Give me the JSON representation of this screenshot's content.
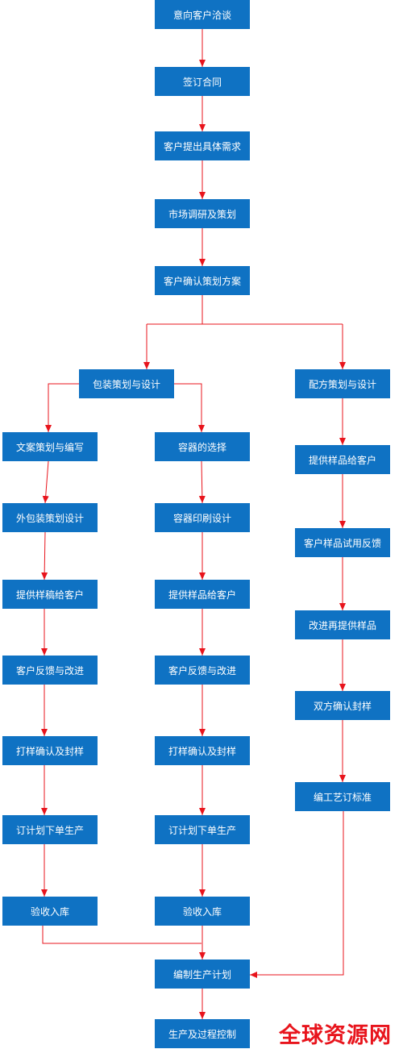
{
  "colors": {
    "node": "#0f72c3",
    "node_text": "#ffffff",
    "connector": "#e8141c",
    "watermark": "#e8141c"
  },
  "nodes": {
    "n1": "意向客户洽谈",
    "n2": "签订合同",
    "n3": "客户提出具体需求",
    "n4": "市场调研及策划",
    "n5": "客户确认策划方案",
    "pkg": "包装策划与设计",
    "form": "配方策划与设计",
    "a1": "文案策划与编写",
    "a2": "外包装策划设计",
    "a3": "提供样稿给客户",
    "a4": "客户反馈与改进",
    "a5": "打样确认及封样",
    "a6": "订计划下单生产",
    "a7": "验收入库",
    "b1": "容器的选择",
    "b2": "容器印刷设计",
    "b3": "提供样品给客户",
    "b4": "客户反馈与改进",
    "b5": "打样确认及封样",
    "b6": "订计划下单生产",
    "b7": "验收入库",
    "c1": "提供样品给客户",
    "c2": "客户样品试用反馈",
    "c3": "改进再提供样品",
    "c4": "双方确认封样",
    "c5": "编工艺订标准",
    "f1": "编制生产计划",
    "f2": "生产及过程控制"
  },
  "watermark": "全球资源网"
}
